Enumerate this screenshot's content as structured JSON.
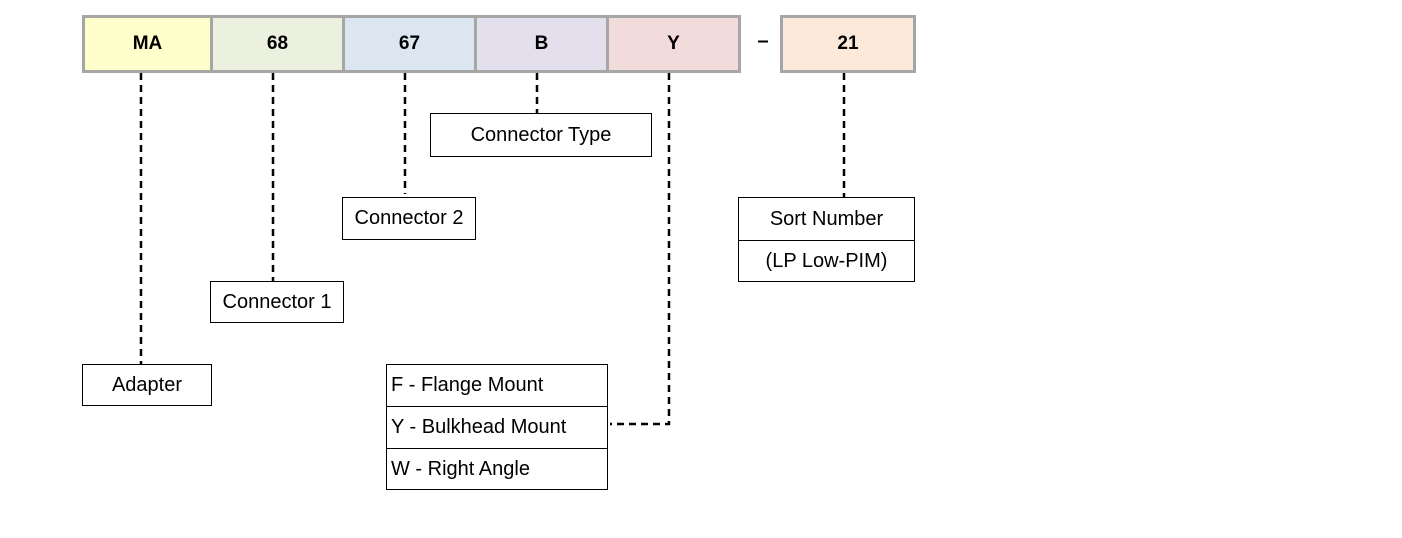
{
  "code": {
    "segments": [
      {
        "text": "MA",
        "color": "#ffffcc"
      },
      {
        "text": "68",
        "color": "#ebf1de"
      },
      {
        "text": "67",
        "color": "#dce6f1"
      },
      {
        "text": "B",
        "color": "#e4dfec"
      },
      {
        "text": "Y",
        "color": "#f2dcdb"
      }
    ],
    "separator": "–",
    "suffix": {
      "text": "21",
      "color": "#fde9d9"
    }
  },
  "labels": {
    "adapter": "Adapter",
    "connector1": "Connector 1",
    "connector2": "Connector 2",
    "connector_type": "Connector Type",
    "sort_number": "Sort Number",
    "sort_number_note": "(LP  Low-PIM)"
  },
  "mount_options": [
    "F -  Flange Mount",
    "Y -  Bulkhead Mount",
    "W - Right Angle"
  ]
}
